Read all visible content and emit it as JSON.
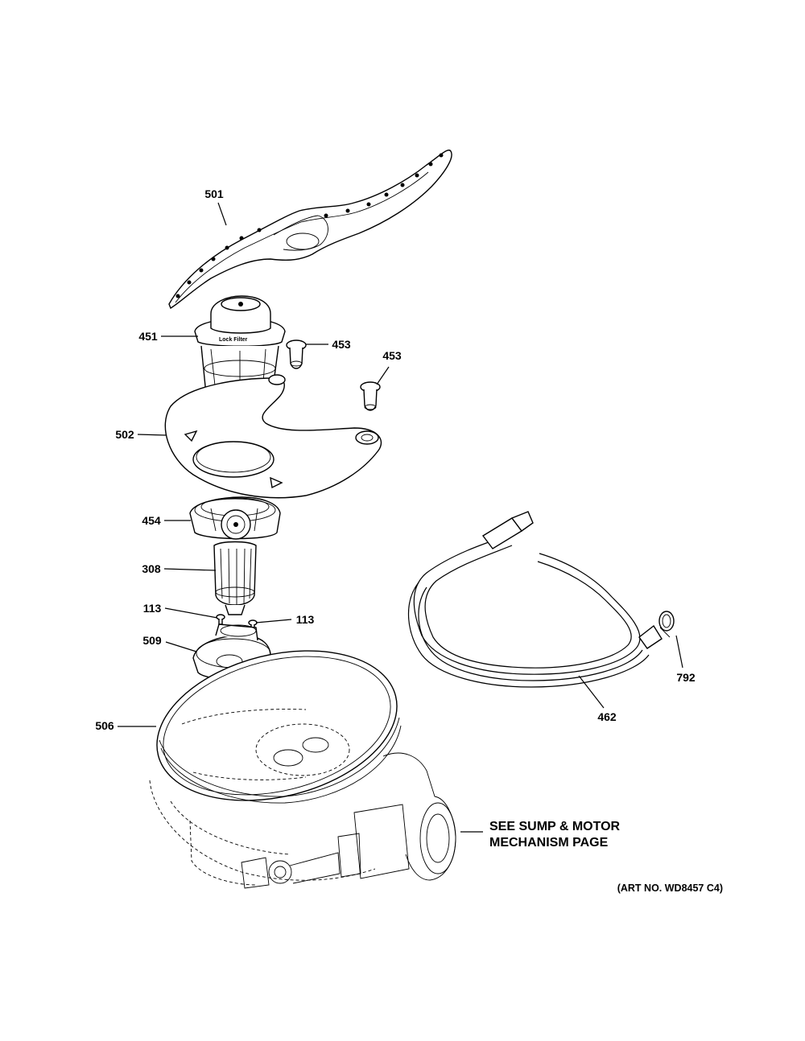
{
  "callouts": {
    "spray_arm": "501",
    "filter_assembly": "451",
    "plug_a": "453",
    "plug_b": "453",
    "filter_plate": "502",
    "filter_retainer": "454",
    "filter_cylinder": "308",
    "screw_a": "113",
    "screw_b": "113",
    "sump_cover": "509",
    "gasket": "506",
    "drain_hose": "462",
    "hose_clamp": "792"
  },
  "note": {
    "line1": "SEE SUMP & MOTOR",
    "line2": "MECHANISM PAGE"
  },
  "art_number": "(ART NO. WD8457 C4)",
  "filter_knob_text": "Lock  Filter"
}
